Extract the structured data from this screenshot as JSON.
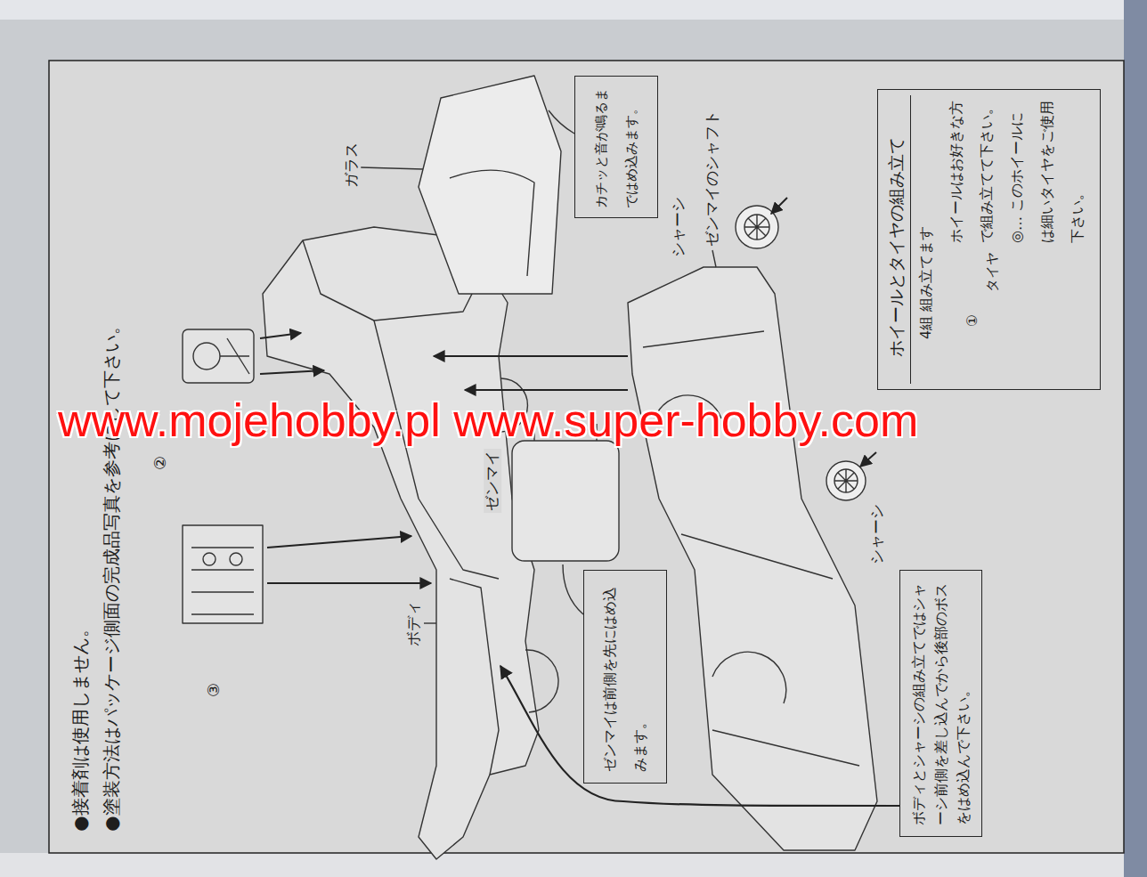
{
  "diagram": {
    "nodes": [
      {
        "text": [
          "カチッと音が鳴るまではめ込みます。"
        ]
      },
      {
        "text": [
          "ホイールとタイヤの組み立て",
          "4組 組み立てます",
          "ホイールはお好きな方で組み立てて下さい。",
          "◎… このホイールには細いタイヤをご使用下さい。"
        ]
      },
      {
        "text": [
          "ゼンマイは前側を先にはめ込みます。"
        ]
      },
      {
        "text": [
          "ボディとシャーシの組み立てではシャーシ前側を差し込んでから後部のボスをはめ込んで下さい。"
        ]
      }
    ],
    "labels": [
      "●接着剤は使用しません。",
      "●塗装方法はパッケージ側面の完成品写真を参考にして下さい。",
      "ガラス",
      "シャーシ",
      "ゼンマイのシャフト",
      "①",
      "タイヤ",
      "②",
      "ゼンマイ",
      "シャーシ",
      "③",
      "ボディ",
      "www.mojehobby.pl www.super-hobby.com"
    ]
  }
}
